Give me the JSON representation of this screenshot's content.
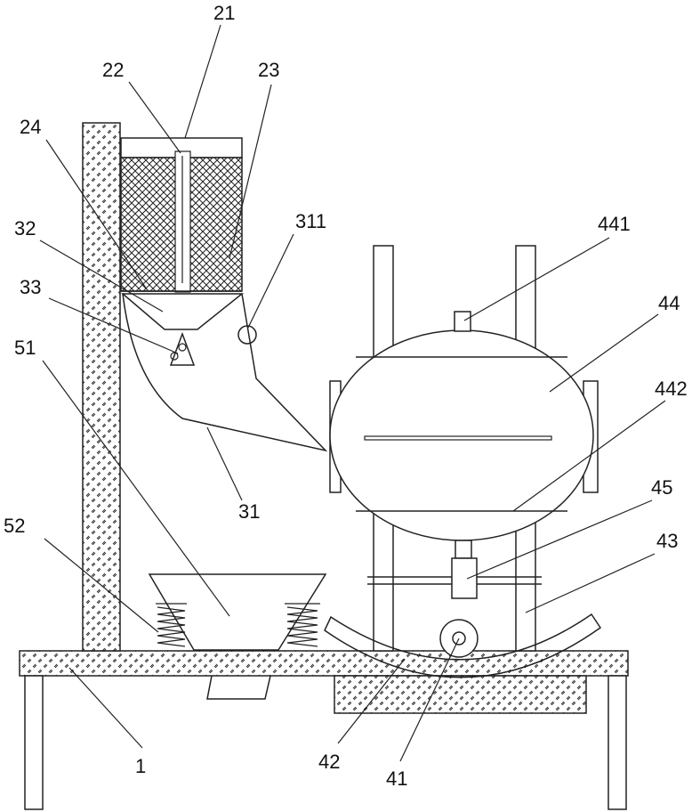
{
  "labels": {
    "l21": "21",
    "l22": "22",
    "l23": "23",
    "l24": "24",
    "l32": "32",
    "l33": "33",
    "l311": "311",
    "l51": "51",
    "l441": "441",
    "l44": "44",
    "l442": "442",
    "l45": "45",
    "l43": "43",
    "l52": "52",
    "l31": "31",
    "l1": "1",
    "l42": "42",
    "l41": "41"
  }
}
